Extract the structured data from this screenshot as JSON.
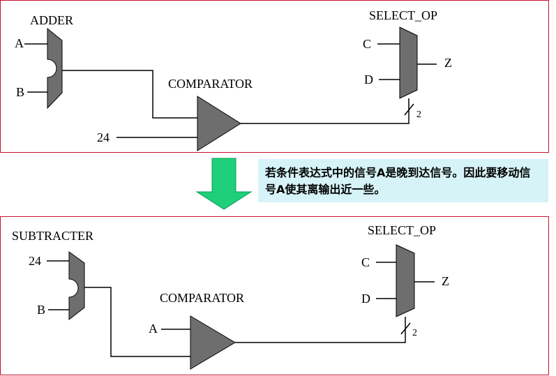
{
  "top": {
    "adder_label": "ADDER",
    "in_a": "A",
    "in_b": "B",
    "comparator_label": "COMPARATOR",
    "const_in": "24",
    "select_label": "SELECT_OP",
    "in_c": "C",
    "in_d": "D",
    "out_z": "Z",
    "bus_width": "2"
  },
  "bottom": {
    "subtracter_label": "SUBTRACTER",
    "const_in": "24",
    "in_b": "B",
    "comparator_label": "COMPARATOR",
    "in_a": "A",
    "select_label": "SELECT_OP",
    "in_c": "C",
    "in_d": "D",
    "out_z": "Z",
    "bus_width": "2"
  },
  "note": {
    "text": "若条件表达式中的信号A是晚到达信号。因此要移动信号A使其离输出近一些。"
  },
  "colors": {
    "panel_border": "#c8102e",
    "block_fill": "#6e6e6e",
    "arrow_fill": "#1fcf7a",
    "note_bg": "#d6f3f7"
  }
}
